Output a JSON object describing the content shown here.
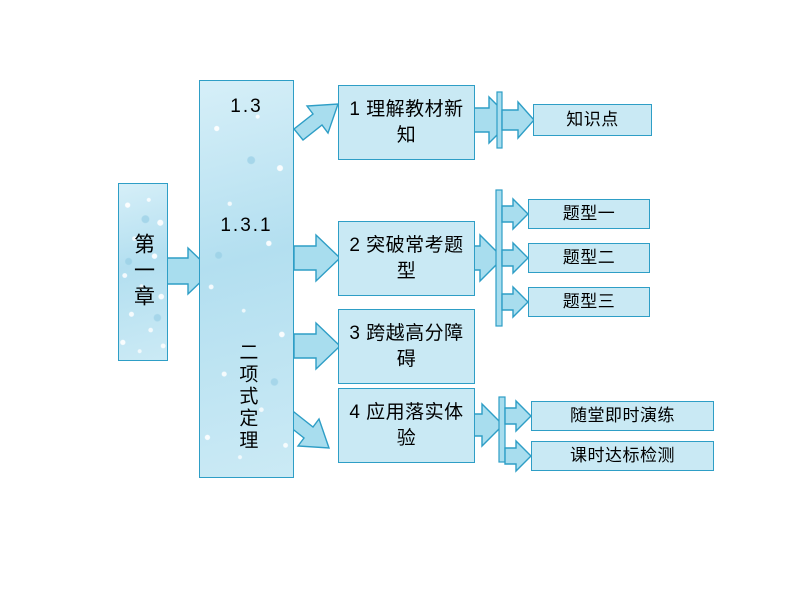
{
  "diagram": {
    "title_blocks": {
      "chapter": "第一章",
      "section_code_1": "1.3",
      "section_code_2": "1.3.1",
      "section_title": "二项式定理"
    },
    "steps": [
      {
        "id": "step1",
        "label": "1 理解教材新知"
      },
      {
        "id": "step2",
        "label": "2 突破常考题型"
      },
      {
        "id": "step3",
        "label": "3 跨越高分障碍"
      },
      {
        "id": "step4",
        "label": "4 应用落实体验"
      }
    ],
    "leaves": {
      "step1": [
        "知识点"
      ],
      "step2": [
        "题型一",
        "题型二",
        "题型三"
      ],
      "step4": [
        "随堂即时演练",
        "课时达标检测"
      ]
    },
    "colors": {
      "fill": "#c9e9f4",
      "border": "#2e9ec6",
      "arrow_fill": "#a8ddee",
      "arrow_stroke": "#2e9ec6",
      "background": "#ffffff"
    }
  }
}
